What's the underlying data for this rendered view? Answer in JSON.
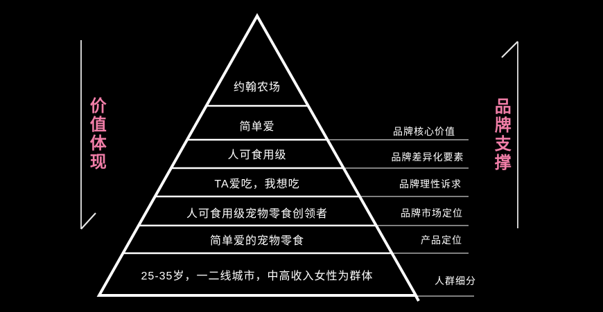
{
  "colors": {
    "background": "#000000",
    "line": "#ffffff",
    "accent_pink": "#f17ea8"
  },
  "left_axis": {
    "label": "价值体现",
    "arrow_direction": "down"
  },
  "right_axis": {
    "label": "品牌支撑",
    "arrow_direction": "up"
  },
  "pyramid": {
    "levels": [
      {
        "label": "约翰农场",
        "annotation": ""
      },
      {
        "label": "简单爱",
        "annotation": "品牌核心价值"
      },
      {
        "label": "人可食用级",
        "annotation": "品牌差异化要素"
      },
      {
        "label": "TA爱吃，我想吃",
        "annotation": "品牌理性诉求"
      },
      {
        "label": "人可食用级宠物零食创领者",
        "annotation": "品牌市场定位"
      },
      {
        "label": "简单爱的宠物零食",
        "annotation": "产品定位"
      },
      {
        "label": "25-35岁，一二线城市，中高收入女性为群体",
        "annotation": "人群细分"
      }
    ]
  }
}
